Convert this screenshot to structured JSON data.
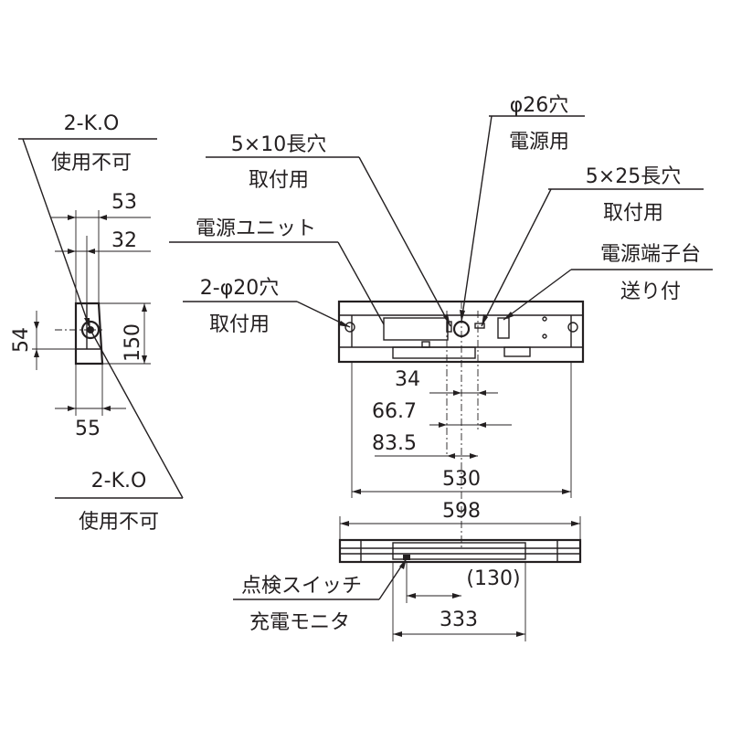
{
  "labels": {
    "ko_top_1": "2-K.O",
    "ko_top_2": "使用不可",
    "slot_5x10_1": "5×10長穴",
    "slot_5x10_2": "取付用",
    "hole26_1": "φ26穴",
    "hole26_2": "電源用",
    "slot_5x25_1": "5×25長穴",
    "slot_5x25_2": "取付用",
    "power_unit": "電源ユニット",
    "terminal_1": "電源端子台",
    "terminal_2": "送り付",
    "hole20_1": "2-φ20穴",
    "hole20_2": "取付用",
    "ko_bot_1": "2-K.O",
    "ko_bot_2": "使用不可",
    "switch_1": "点検スイッチ",
    "switch_2": "充電モニタ"
  },
  "dimensions": {
    "d53": "53",
    "d32": "32",
    "d150": "150",
    "d54": "54",
    "d55": "55",
    "d34": "34",
    "d66_7": "66.7",
    "d83_5": "83.5",
    "d530": "530",
    "d598": "598",
    "d130": "(130)",
    "d333": "333"
  }
}
